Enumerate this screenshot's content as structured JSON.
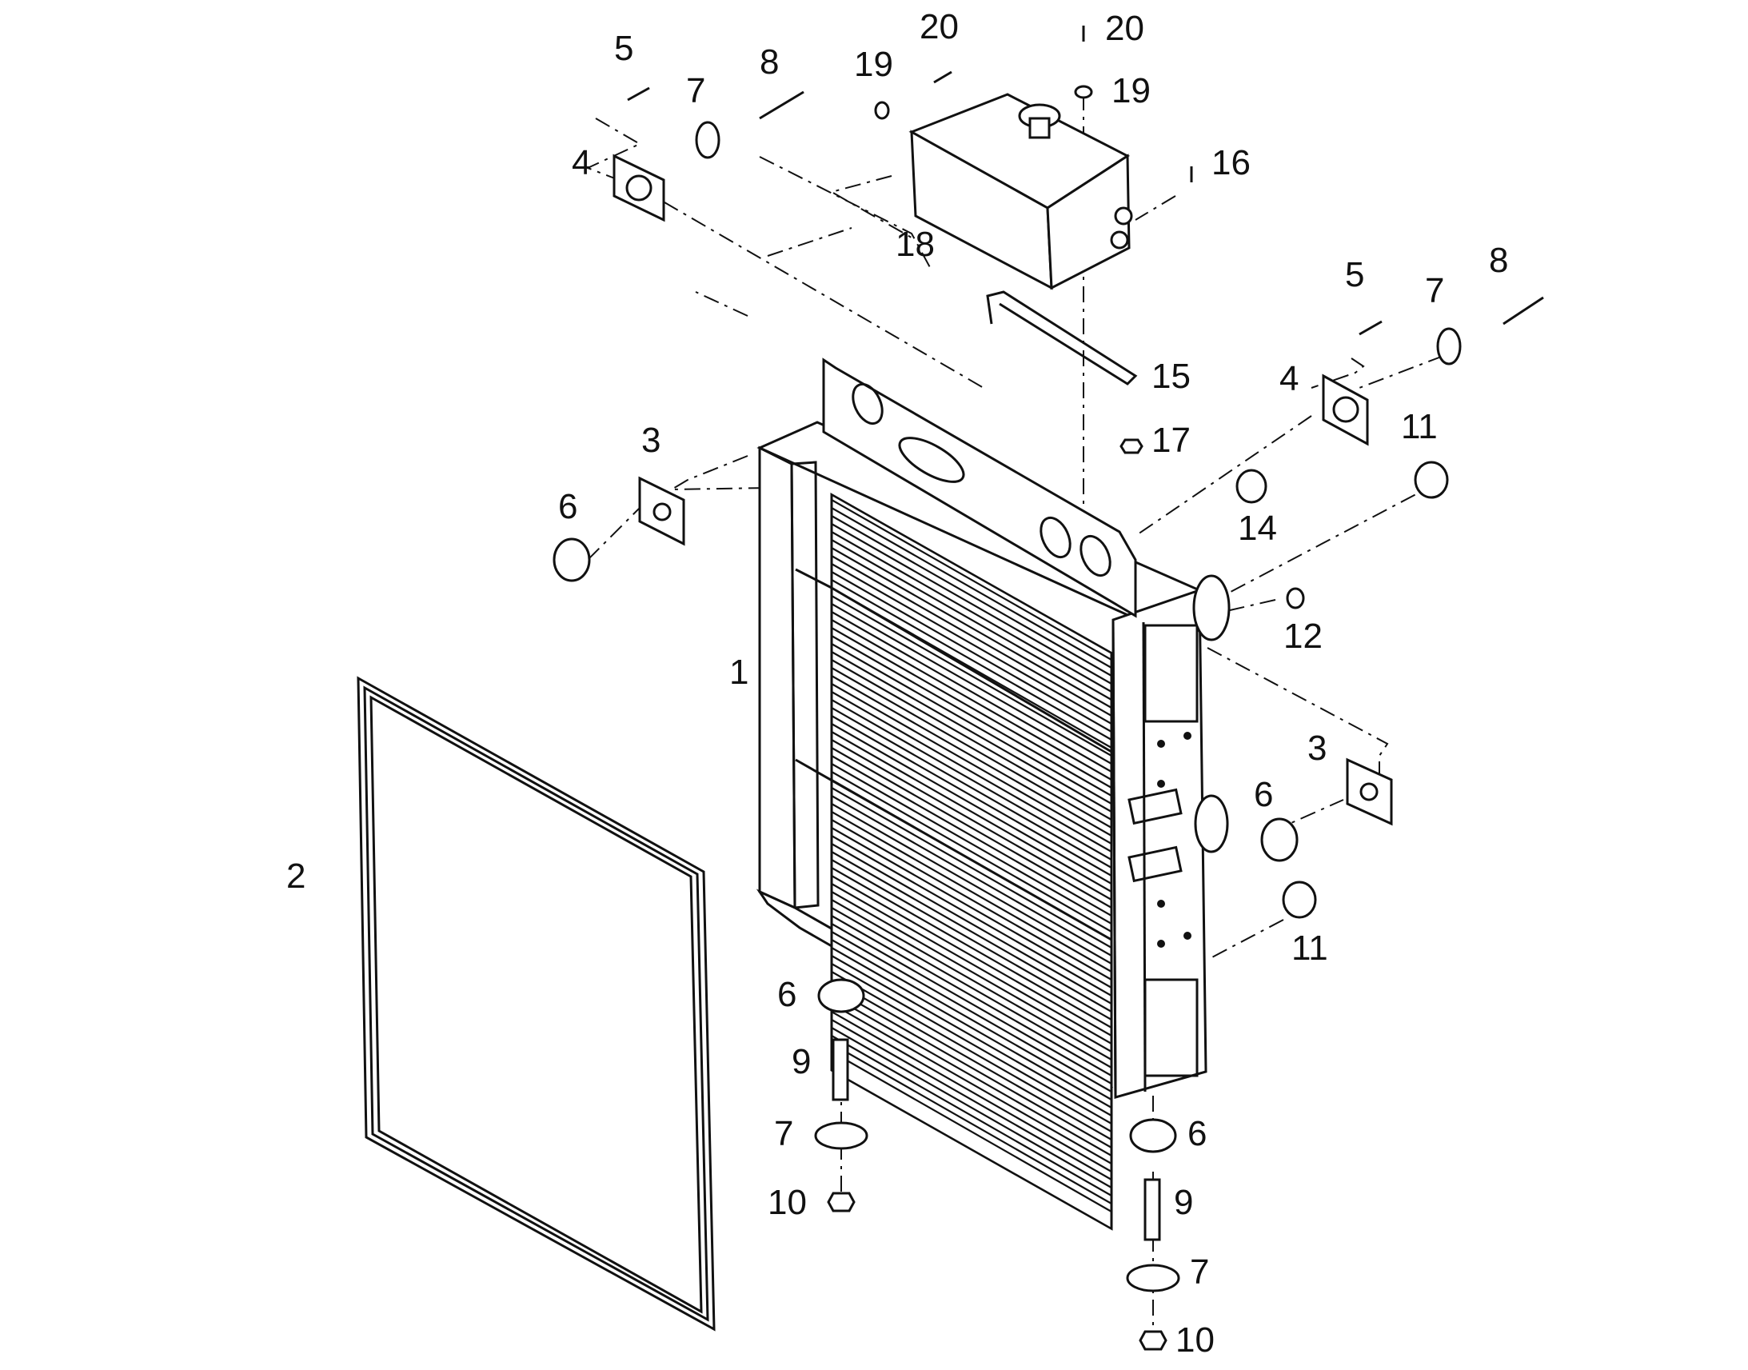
{
  "diagram": {
    "callouts": [
      {
        "id": "c1",
        "text": "1"
      },
      {
        "id": "c2",
        "text": "2"
      },
      {
        "id": "c3a",
        "text": "3"
      },
      {
        "id": "c3b",
        "text": "3"
      },
      {
        "id": "c4a",
        "text": "4"
      },
      {
        "id": "c4b",
        "text": "4"
      },
      {
        "id": "c5a",
        "text": "5"
      },
      {
        "id": "c5b",
        "text": "5"
      },
      {
        "id": "c6a",
        "text": "6"
      },
      {
        "id": "c6b",
        "text": "6"
      },
      {
        "id": "c6c",
        "text": "6"
      },
      {
        "id": "c6d",
        "text": "6"
      },
      {
        "id": "c7a",
        "text": "7"
      },
      {
        "id": "c7b",
        "text": "7"
      },
      {
        "id": "c7c",
        "text": "7"
      },
      {
        "id": "c7d",
        "text": "7"
      },
      {
        "id": "c8a",
        "text": "8"
      },
      {
        "id": "c8b",
        "text": "8"
      },
      {
        "id": "c9a",
        "text": "9"
      },
      {
        "id": "c9b",
        "text": "9"
      },
      {
        "id": "c10a",
        "text": "10"
      },
      {
        "id": "c10b",
        "text": "10"
      },
      {
        "id": "c11a",
        "text": "11"
      },
      {
        "id": "c11b",
        "text": "11"
      },
      {
        "id": "c12",
        "text": "12"
      },
      {
        "id": "c14",
        "text": "14"
      },
      {
        "id": "c15",
        "text": "15"
      },
      {
        "id": "c16",
        "text": "16"
      },
      {
        "id": "c17",
        "text": "17"
      },
      {
        "id": "c18",
        "text": "18"
      },
      {
        "id": "c19a",
        "text": "19"
      },
      {
        "id": "c19b",
        "text": "19"
      },
      {
        "id": "c20a",
        "text": "20"
      },
      {
        "id": "c20b",
        "text": "20"
      }
    ]
  }
}
